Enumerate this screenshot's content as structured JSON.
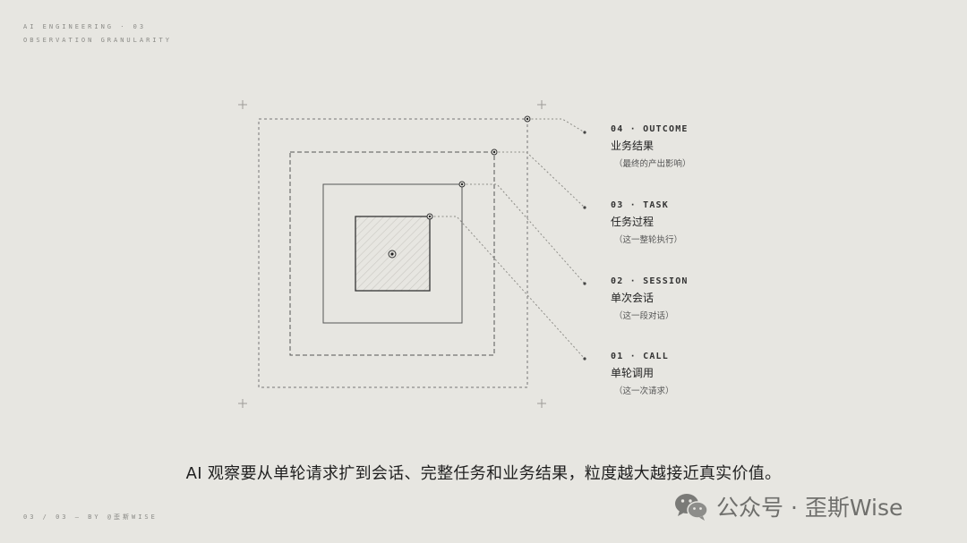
{
  "header": {
    "line1": "AI ENGINEERING · 03",
    "line2": "OBSERVATION GRANULARITY"
  },
  "footer": {
    "left": "03 / 03 — BY @歪斯WISE"
  },
  "levels": [
    {
      "code": "04 · OUTCOME",
      "title": "业务结果",
      "subtitle": "（最终的产出影响）"
    },
    {
      "code": "03 · TASK",
      "title": "任务过程",
      "subtitle": "（这一整轮执行）"
    },
    {
      "code": "02 · SESSION",
      "title": "单次会话",
      "subtitle": "（这一段对话）"
    },
    {
      "code": "01 · CALL",
      "title": "单轮调用",
      "subtitle": "（这一次请求）"
    }
  ],
  "caption": "AI 观察要从单轮请求扩到会话、完整任务和业务结果，粒度越大越接近真实价值。",
  "watermark": {
    "icon": "wechat-icon",
    "text": "公众号 · 歪斯Wise"
  },
  "colors": {
    "background": "#e7e6e1",
    "ink": "#2b2b2b",
    "muted": "#8a8a86"
  }
}
